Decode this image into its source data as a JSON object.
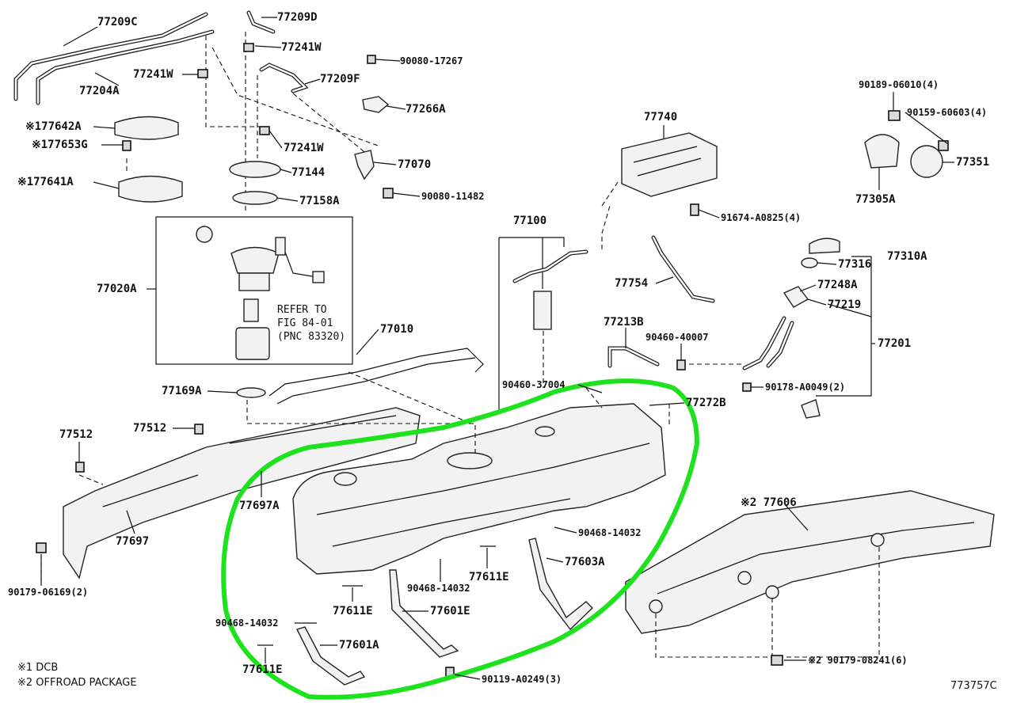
{
  "parts": {
    "p77209C": "77209C",
    "p77209D": "77209D",
    "p77241W_a": "77241W",
    "p77241W_b": "77241W",
    "p77241W_c": "77241W",
    "p77204A": "77204A",
    "p77209F": "77209F",
    "p90080_17267": "90080-17267",
    "p77266A": "77266A",
    "p77642A": "※177642A",
    "p77653G": "※177653G",
    "p77641A": "※177641A",
    "p77144": "77144",
    "p77070": "77070",
    "p90080_11482": "90080-11482",
    "p77158A": "77158A",
    "p77740": "77740",
    "p91674": "91674-A0825(4)",
    "p90189": "90189-06010(4)",
    "p90159": "90159-60603(4)",
    "p77351": "77351",
    "p77305A": "77305A",
    "p77100": "77100",
    "p77020A": "77020A",
    "p77010": "77010",
    "p77754": "77754",
    "p77316": "77316",
    "p77310A": "77310A",
    "p77248A": "77248A",
    "p77219": "77219",
    "p77213B": "77213B",
    "p90460_40007": "90460-40007",
    "p77201": "77201",
    "p77169A": "77169A",
    "p90460_37004": "90460-37004",
    "p90178": "90178-A0049(2)",
    "p77272B": "77272B",
    "p77512_a": "77512",
    "p77512_b": "77512",
    "p77697A": "77697A",
    "p77697": "77697",
    "p90468_a": "90468-14032",
    "p90468_b": "90468-14032",
    "p90468_c": "90468-14032",
    "p77611E_a": "77611E",
    "p77611E_b": "77611E",
    "p77611E_c": "77611E",
    "p77603A": "77603A",
    "p77601E": "77601E",
    "p77601A": "77601A",
    "p90179_06169": "90179-06169(2)",
    "p77606": "※2 77606",
    "p90179_08241": "※2 90179-08241(6)",
    "p90119": "90119-A0249(3)"
  },
  "refer_note": {
    "line1": "REFER TO",
    "line2": "FIG 84-01",
    "line3": "(PNC 83320)"
  },
  "legend": {
    "note1": "※1 DCB",
    "note2": "※2 OFFROAD PACKAGE"
  },
  "figure_id": "773757C",
  "colors": {
    "highlight": "#1fe21f",
    "ink": "#111111"
  }
}
